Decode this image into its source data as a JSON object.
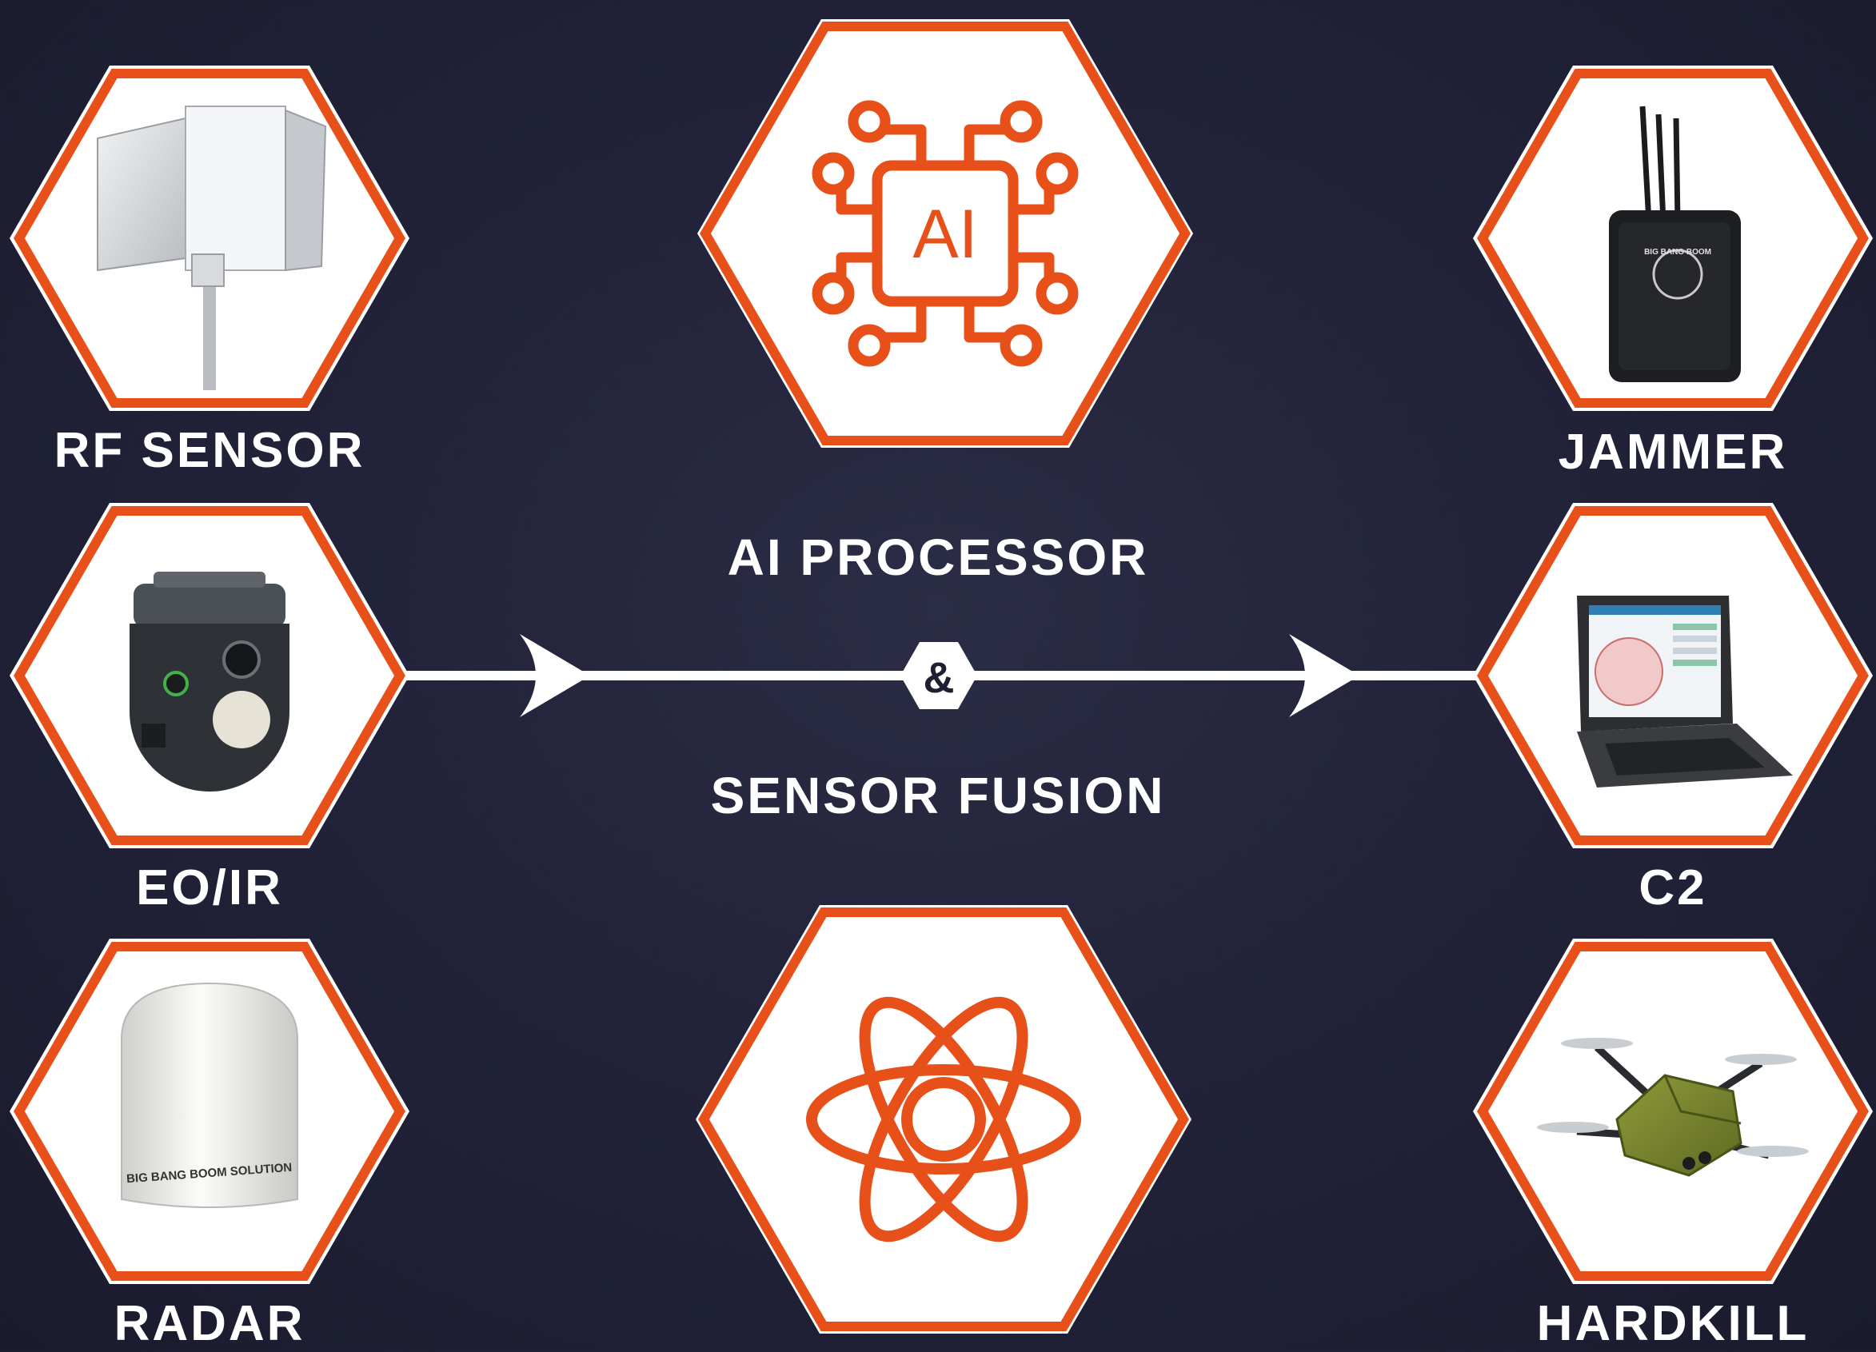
{
  "colors": {
    "background": "#1f2036",
    "accent": "#e8501a",
    "hex_fill": "#ffffff",
    "text": "#ffffff"
  },
  "inputs": [
    {
      "label": "RF SENSOR",
      "icon": "rf-sensor-panel-antenna-icon"
    },
    {
      "label": "EO/IR",
      "icon": "eo-ir-gimbal-camera-icon"
    },
    {
      "label": "RADAR",
      "icon": "radar-dome-icon",
      "device_text": "BIG BANG BOOM SOLUTION"
    }
  ],
  "center": {
    "top_icon": "ai-chip-circuit-icon",
    "chip_text": "AI",
    "title_top": "AI PROCESSOR",
    "connector": "&",
    "title_bottom": "SENSOR FUSION",
    "bottom_icon": "atom-icon"
  },
  "outputs": [
    {
      "label": "JAMMER",
      "icon": "jammer-case-antenna-icon",
      "device_text": "BIG BANG BOOM"
    },
    {
      "label": "C2",
      "icon": "c2-rugged-laptop-icon"
    },
    {
      "label": "HARDKILL",
      "icon": "hardkill-drone-icon"
    }
  ]
}
